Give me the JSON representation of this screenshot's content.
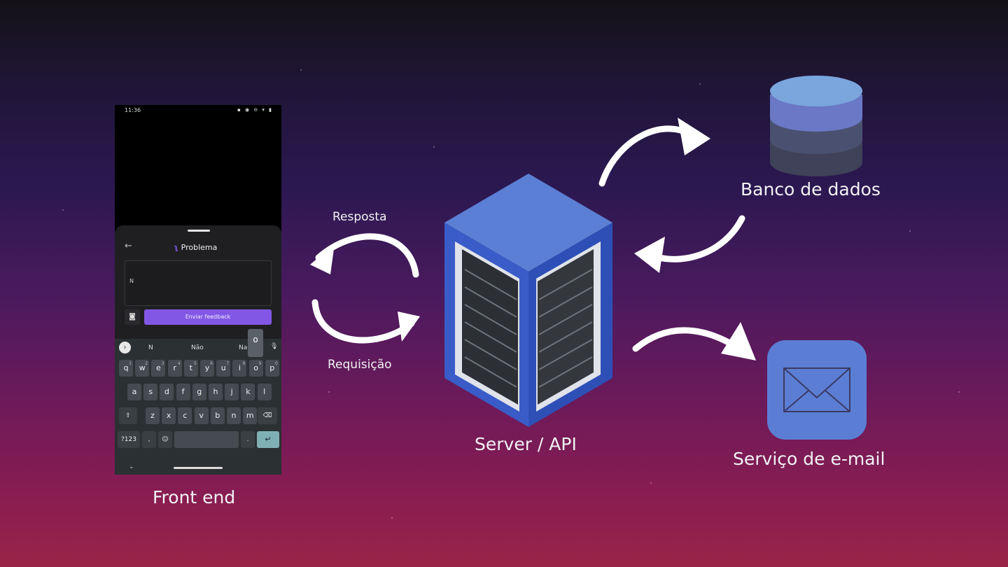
{
  "phone": {
    "status_time": "11:36",
    "sheet_title": "Problema",
    "input_value": "N",
    "send_button": "Enviar feedback",
    "suggestions": [
      "N",
      "Não",
      "Na"
    ],
    "popup_key": "o",
    "rows": [
      [
        "q",
        "w",
        "e",
        "r",
        "t",
        "y",
        "u",
        "i",
        "o",
        "p"
      ],
      [
        "a",
        "s",
        "d",
        "f",
        "g",
        "h",
        "j",
        "k",
        "l"
      ],
      [
        "z",
        "x",
        "c",
        "v",
        "b",
        "n",
        "m"
      ]
    ],
    "number_hints": [
      "1",
      "2",
      "3",
      "4",
      "5",
      "6",
      "7",
      "8",
      "9",
      "0"
    ],
    "sym_key": "?123",
    "comma_key": ",",
    "period_key": "."
  },
  "labels": {
    "front_end": "Front end",
    "response": "Resposta",
    "request": "Requisição",
    "server": "Server / API",
    "database": "Banco de dados",
    "email": "Serviço de e-mail"
  },
  "colors": {
    "accent": "#8257e5",
    "server_blue": "#3b5fd0",
    "db_top": "#7aa5dd",
    "db_mid": "#6a78c6",
    "db_bottom": "#3f4258",
    "email_bg": "#5b7ed4"
  },
  "icons": [
    "back-arrow-icon",
    "camera-icon",
    "mic-icon",
    "shift-icon",
    "backspace-icon",
    "emoji-icon",
    "enter-icon",
    "envelope-icon",
    "database-icon",
    "server-icon"
  ]
}
